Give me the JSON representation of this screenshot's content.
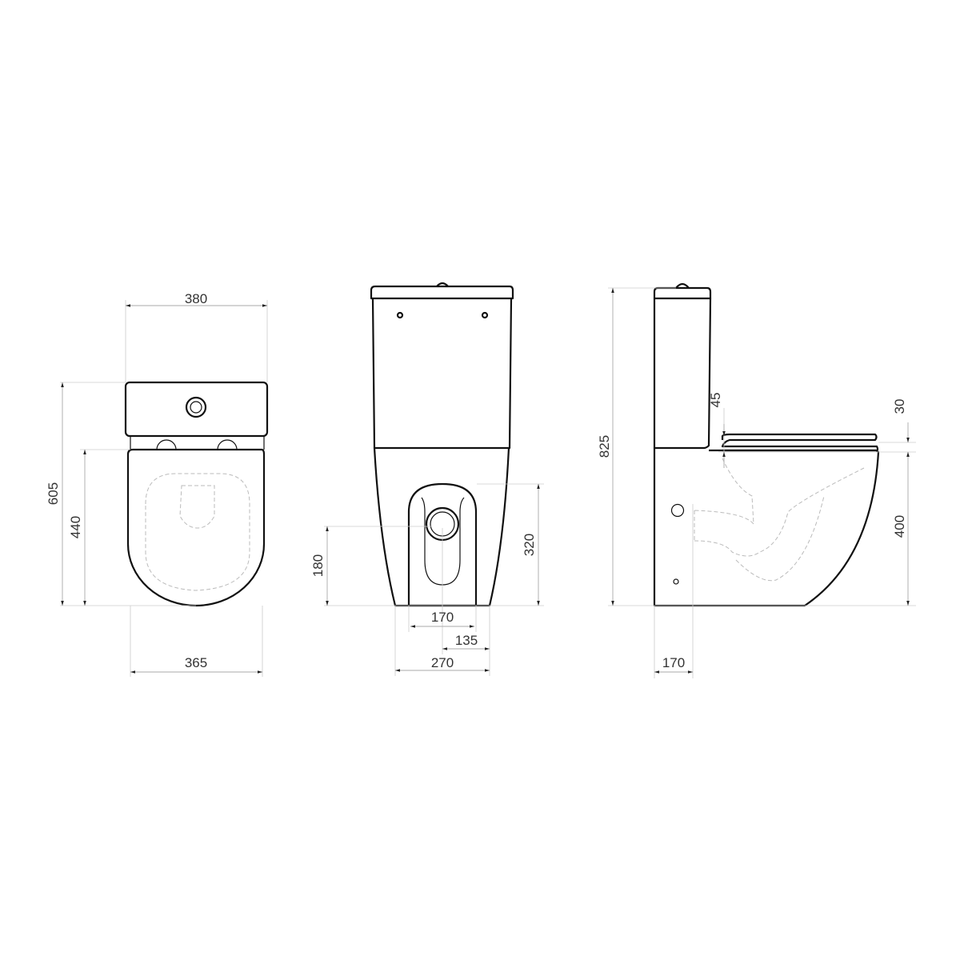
{
  "views": {
    "top": {
      "dims": {
        "width_tank": "380",
        "depth_total": "605",
        "depth_bowl": "440",
        "width_bowl": "365"
      }
    },
    "front": {
      "dims": {
        "outlet_height": "320",
        "inlet_height": "180",
        "opening_width": "170",
        "half_base": "135",
        "base_width": "270"
      }
    },
    "side": {
      "dims": {
        "total_height": "825",
        "cistern_gap": "45",
        "seat_thickness": "30",
        "seat_height": "400",
        "outlet_offset": "170"
      }
    }
  },
  "colors": {
    "line": "#111111",
    "dimension": "#aaaaaa"
  }
}
